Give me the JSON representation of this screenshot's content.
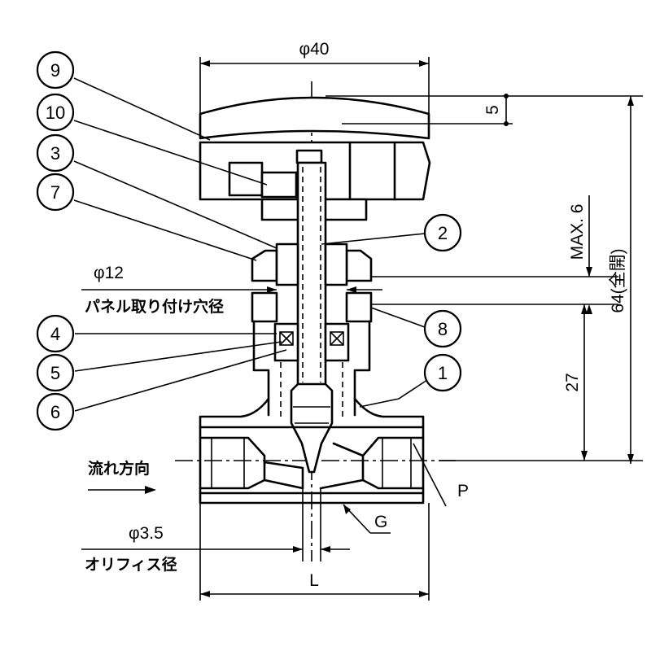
{
  "balloons": [
    "9",
    "10",
    "3",
    "7",
    "4",
    "5",
    "6",
    "2",
    "8",
    "1"
  ],
  "dimensions": {
    "handle_diameter": "φ40",
    "handle_height": "5",
    "stroke": "MAX. 6",
    "total_height": "64(全開)",
    "center_height": "27",
    "panel_hole_dia": "φ12",
    "panel_hole_label": "パネル取り付け穴径",
    "orifice_dia": "φ3.5",
    "orifice_label": "オリフィス径",
    "length": "L",
    "port_symbol": "P",
    "thread_symbol": "G",
    "flow_label": "流れ方向"
  }
}
